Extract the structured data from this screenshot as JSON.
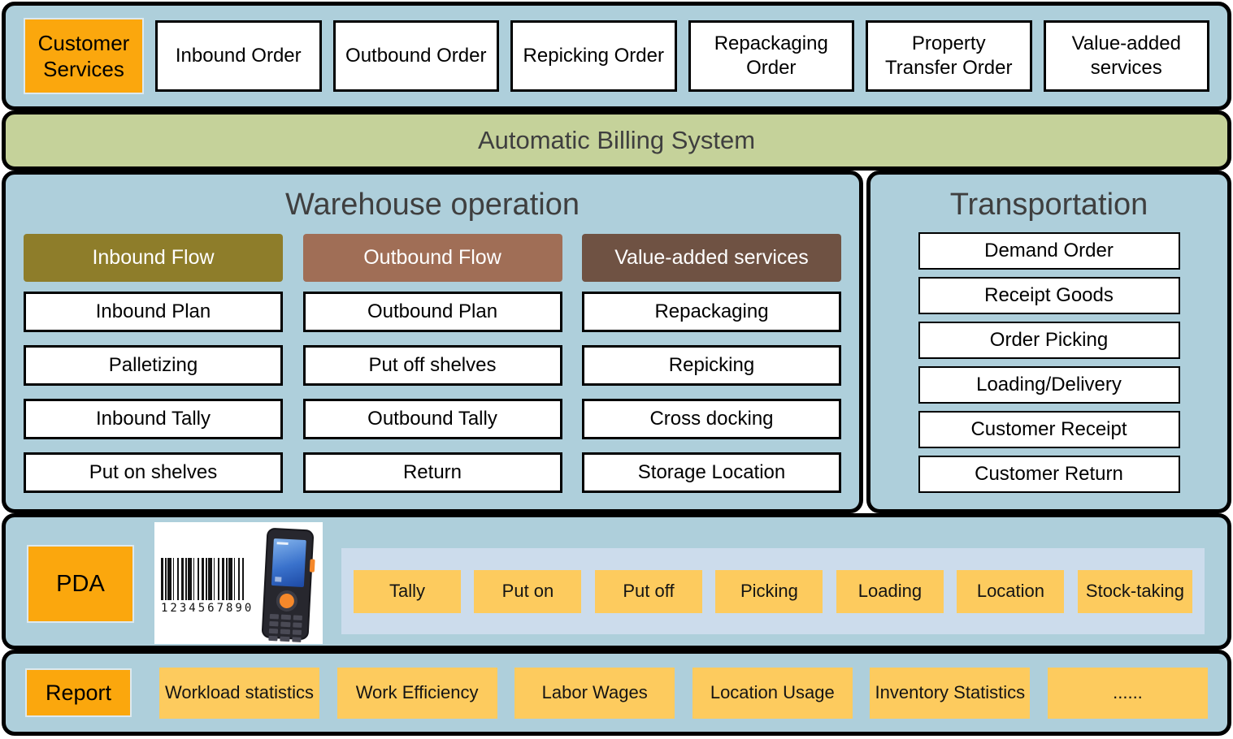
{
  "colors": {
    "band_background": "#aecfdb",
    "billing_green": "#c5d29a",
    "accent_orange": "#fba70d",
    "light_orange": "#fdcb5e",
    "inner_panel_blue": "#ccdcec",
    "title_gray": "#3f3f3f",
    "inbound_header": "#8e7d2a",
    "outbound_header": "#a06e56",
    "value_added_header": "#6f5243"
  },
  "top_band": {
    "label": "Customer Services",
    "items": [
      {
        "label": "Inbound Order"
      },
      {
        "label": "Outbound Order"
      },
      {
        "label": "Repicking Order"
      },
      {
        "label": "Repackaging Order"
      },
      {
        "label": "Property Transfer Order"
      },
      {
        "label": "Value-added services"
      }
    ]
  },
  "billing_bar": {
    "label": "Automatic Billing System"
  },
  "warehouse": {
    "title": "Warehouse operation",
    "columns": [
      {
        "header": "Inbound Flow",
        "color": "#8e7d2a",
        "items": [
          "Inbound Plan",
          "Palletizing",
          "Inbound Tally",
          "Put on shelves"
        ]
      },
      {
        "header": "Outbound Flow",
        "color": "#a06e56",
        "items": [
          "Outbound Plan",
          "Put off shelves",
          "Outbound Tally",
          "Return"
        ]
      },
      {
        "header": "Value-added services",
        "color": "#6f5243",
        "items": [
          "Repackaging",
          "Repicking",
          "Cross docking",
          "Storage Location"
        ]
      }
    ]
  },
  "transportation": {
    "title": "Transportation",
    "items": [
      "Demand Order",
      "Receipt Goods",
      "Order Picking",
      "Loading/Delivery",
      "Customer Receipt",
      "Customer Return"
    ]
  },
  "pda": {
    "label": "PDA",
    "barcode_number": "1234567890",
    "buttons": [
      "Tally",
      "Put on",
      "Put off",
      "Picking",
      "Loading",
      "Location",
      "Stock-taking"
    ]
  },
  "report": {
    "label": "Report",
    "items": [
      "Workload statistics",
      "Work Efficiency",
      "Labor Wages",
      "Location Usage",
      "Inventory Statistics",
      "......"
    ]
  }
}
